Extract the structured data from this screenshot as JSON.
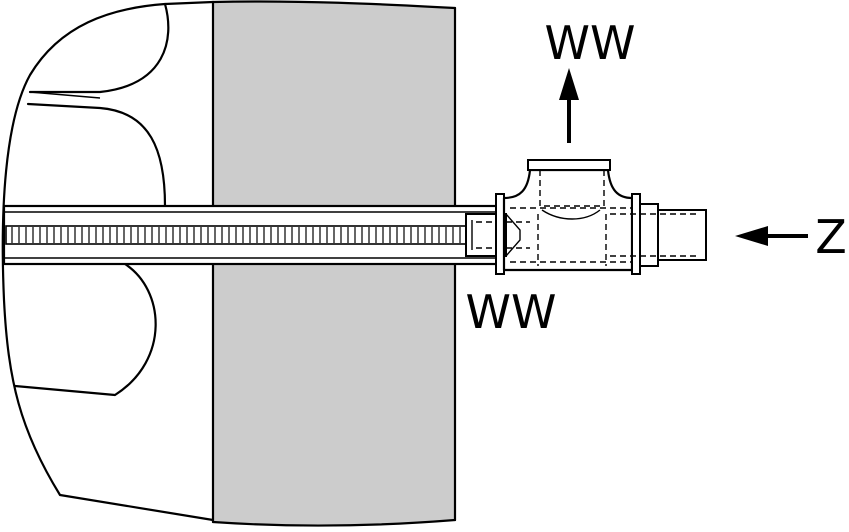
{
  "labels": {
    "outlet_top": "WW",
    "outlet_bottom": "WW",
    "inlet": "Z"
  },
  "colors": {
    "wall_fill": "#cccccc",
    "line": "#000000",
    "background": "#ffffff"
  },
  "icons": {
    "outlet_arrow": "arrow-up-icon",
    "inlet_arrow": "arrow-left-icon"
  }
}
